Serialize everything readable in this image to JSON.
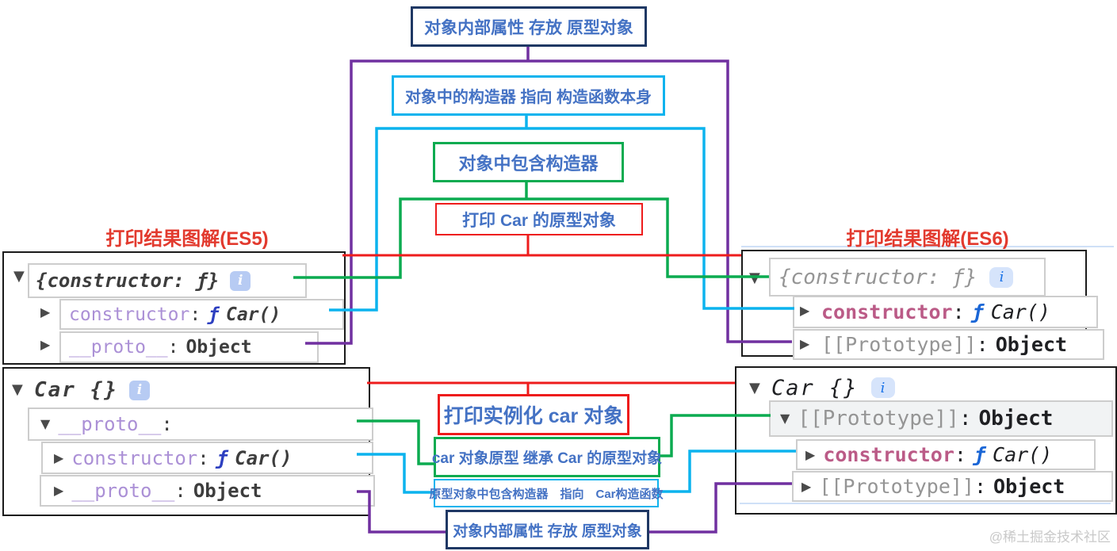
{
  "colors": {
    "navy": "#1f3864",
    "label_text": "#4472c4",
    "cyan": "#0cb3ee",
    "green": "#0cab50",
    "red": "#ee1c1c",
    "purple": "#7030a0",
    "title_red": "#e23a2e",
    "lilac": "#ab90d6",
    "pink": "#bb5b87",
    "gray_prop": "#959595",
    "dark": "#3d3d3d",
    "darker": "#1f2023",
    "fn_blue_es5": "#2d3fc0",
    "fn_blue_es6": "#1a66d6",
    "watermark_gray": "#c9c9c9"
  },
  "icons": {
    "expanded": "▼",
    "collapsed": "▶",
    "info": "i"
  },
  "flow_labels": {
    "internal_attr_top": "对象内部属性 存放 原型对象",
    "constructor_points": "对象中的构造器 指向 构造函数本身",
    "contains_constructor": "对象中包含构造器",
    "print_prototype": "打印 Car 的原型对象",
    "print_instance": "打印实例化 car 对象",
    "inherit_prototype": "car 对象原型 继承 Car 的原型对象",
    "proto_contains_constructor": "原型对象中包含构造器　指向　Car构造函数",
    "internal_attr_bottom": "对象内部属性 存放 原型对象"
  },
  "section_titles": {
    "es5": "打印结果图解(ES5)",
    "es6": "打印结果图解(ES6)"
  },
  "consoles": {
    "es5_prototype": {
      "preview": "{constructor: ƒ}",
      "r2_name": "constructor",
      "r2_sep": ":",
      "r2_fn": "ƒ",
      "r2_val": "Car()",
      "r3_name": "__proto__",
      "r3_sep": ":",
      "r3_val": "Object"
    },
    "es6_prototype": {
      "preview": "{constructor: ƒ}",
      "r2_name": "constructor",
      "r2_sep": ":",
      "r2_fn": "ƒ",
      "r2_val": "Car()",
      "r3_name": "[[Prototype]]",
      "r3_sep": ":",
      "r3_val": "Object"
    },
    "es5_instance": {
      "preview": "Car {}",
      "r2_name": "__proto__",
      "r2_sep": ":",
      "r3_name": "constructor",
      "r3_sep": ":",
      "r3_fn": "ƒ",
      "r3_val": "Car()",
      "r4_name": "__proto__",
      "r4_sep": ":",
      "r4_val": "Object"
    },
    "es6_instance": {
      "preview": "Car {}",
      "r2_name": "[[Prototype]]",
      "r2_sep": ":",
      "r2_val": "Object",
      "r3_name": "constructor",
      "r3_sep": ":",
      "r3_fn": "ƒ",
      "r3_val": "Car()",
      "r4_name": "[[Prototype]]",
      "r4_sep": ":",
      "r4_val": "Object"
    }
  },
  "watermark": "@稀土掘金技术社区"
}
